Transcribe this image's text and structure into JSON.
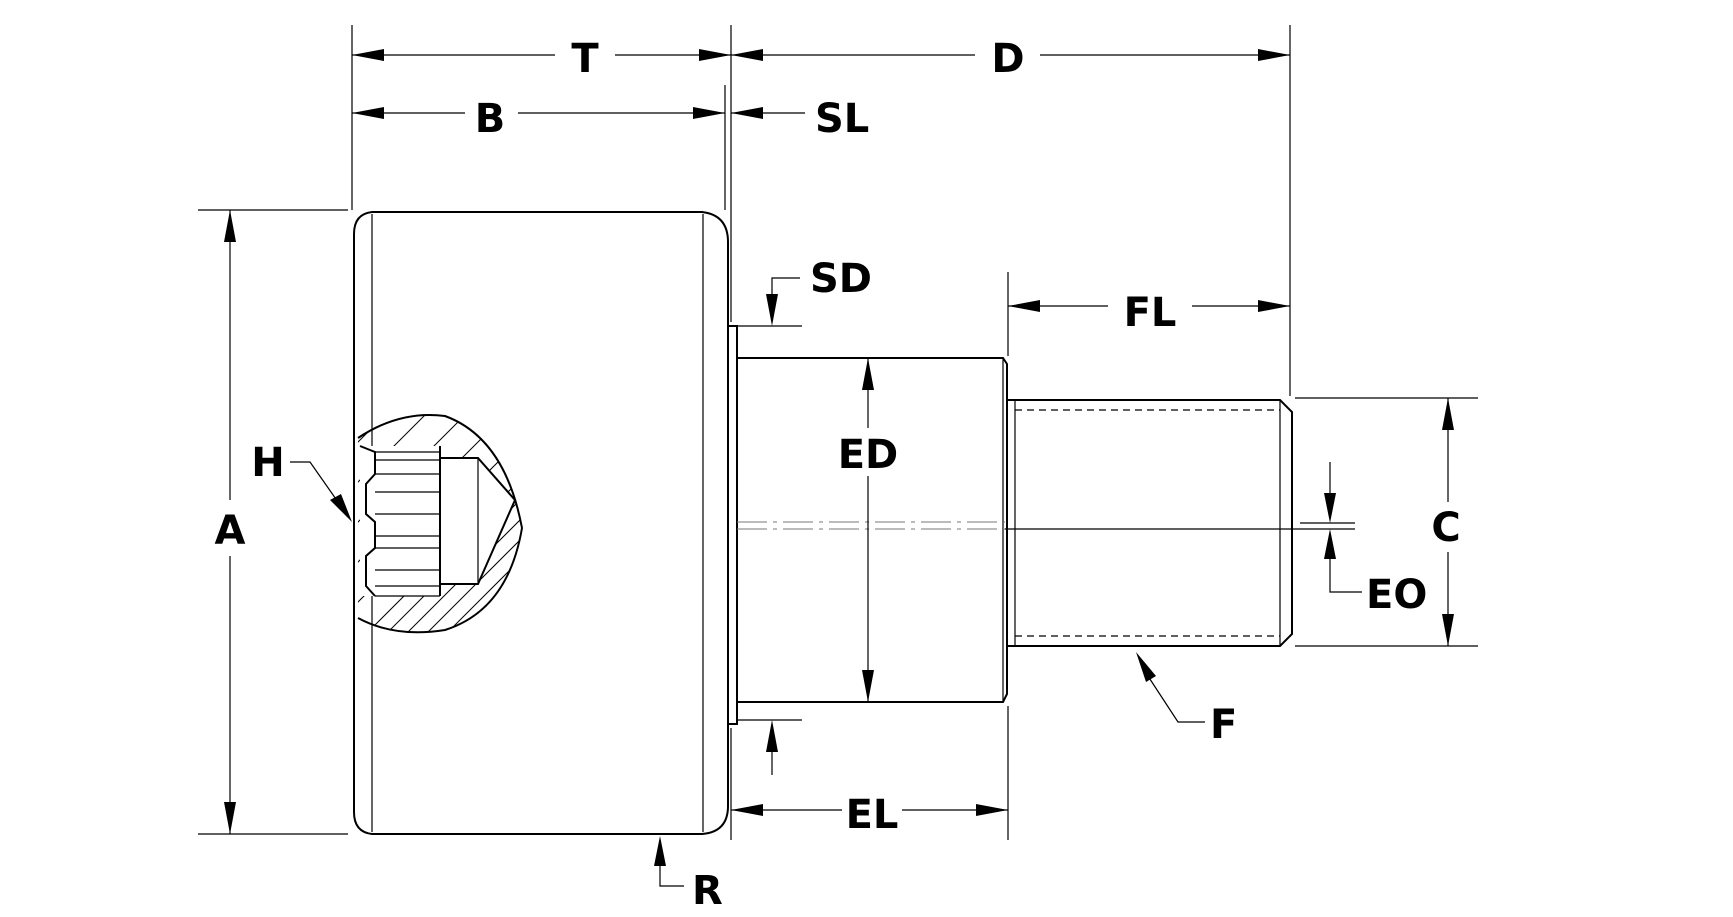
{
  "labels": {
    "T": "T",
    "D": "D",
    "B": "B",
    "SL": "SL",
    "SD": "SD",
    "FL": "FL",
    "H": "H",
    "A": "A",
    "ED": "ED",
    "C": "C",
    "EO": "EO",
    "F": "F",
    "EL": "EL",
    "R": "R"
  }
}
